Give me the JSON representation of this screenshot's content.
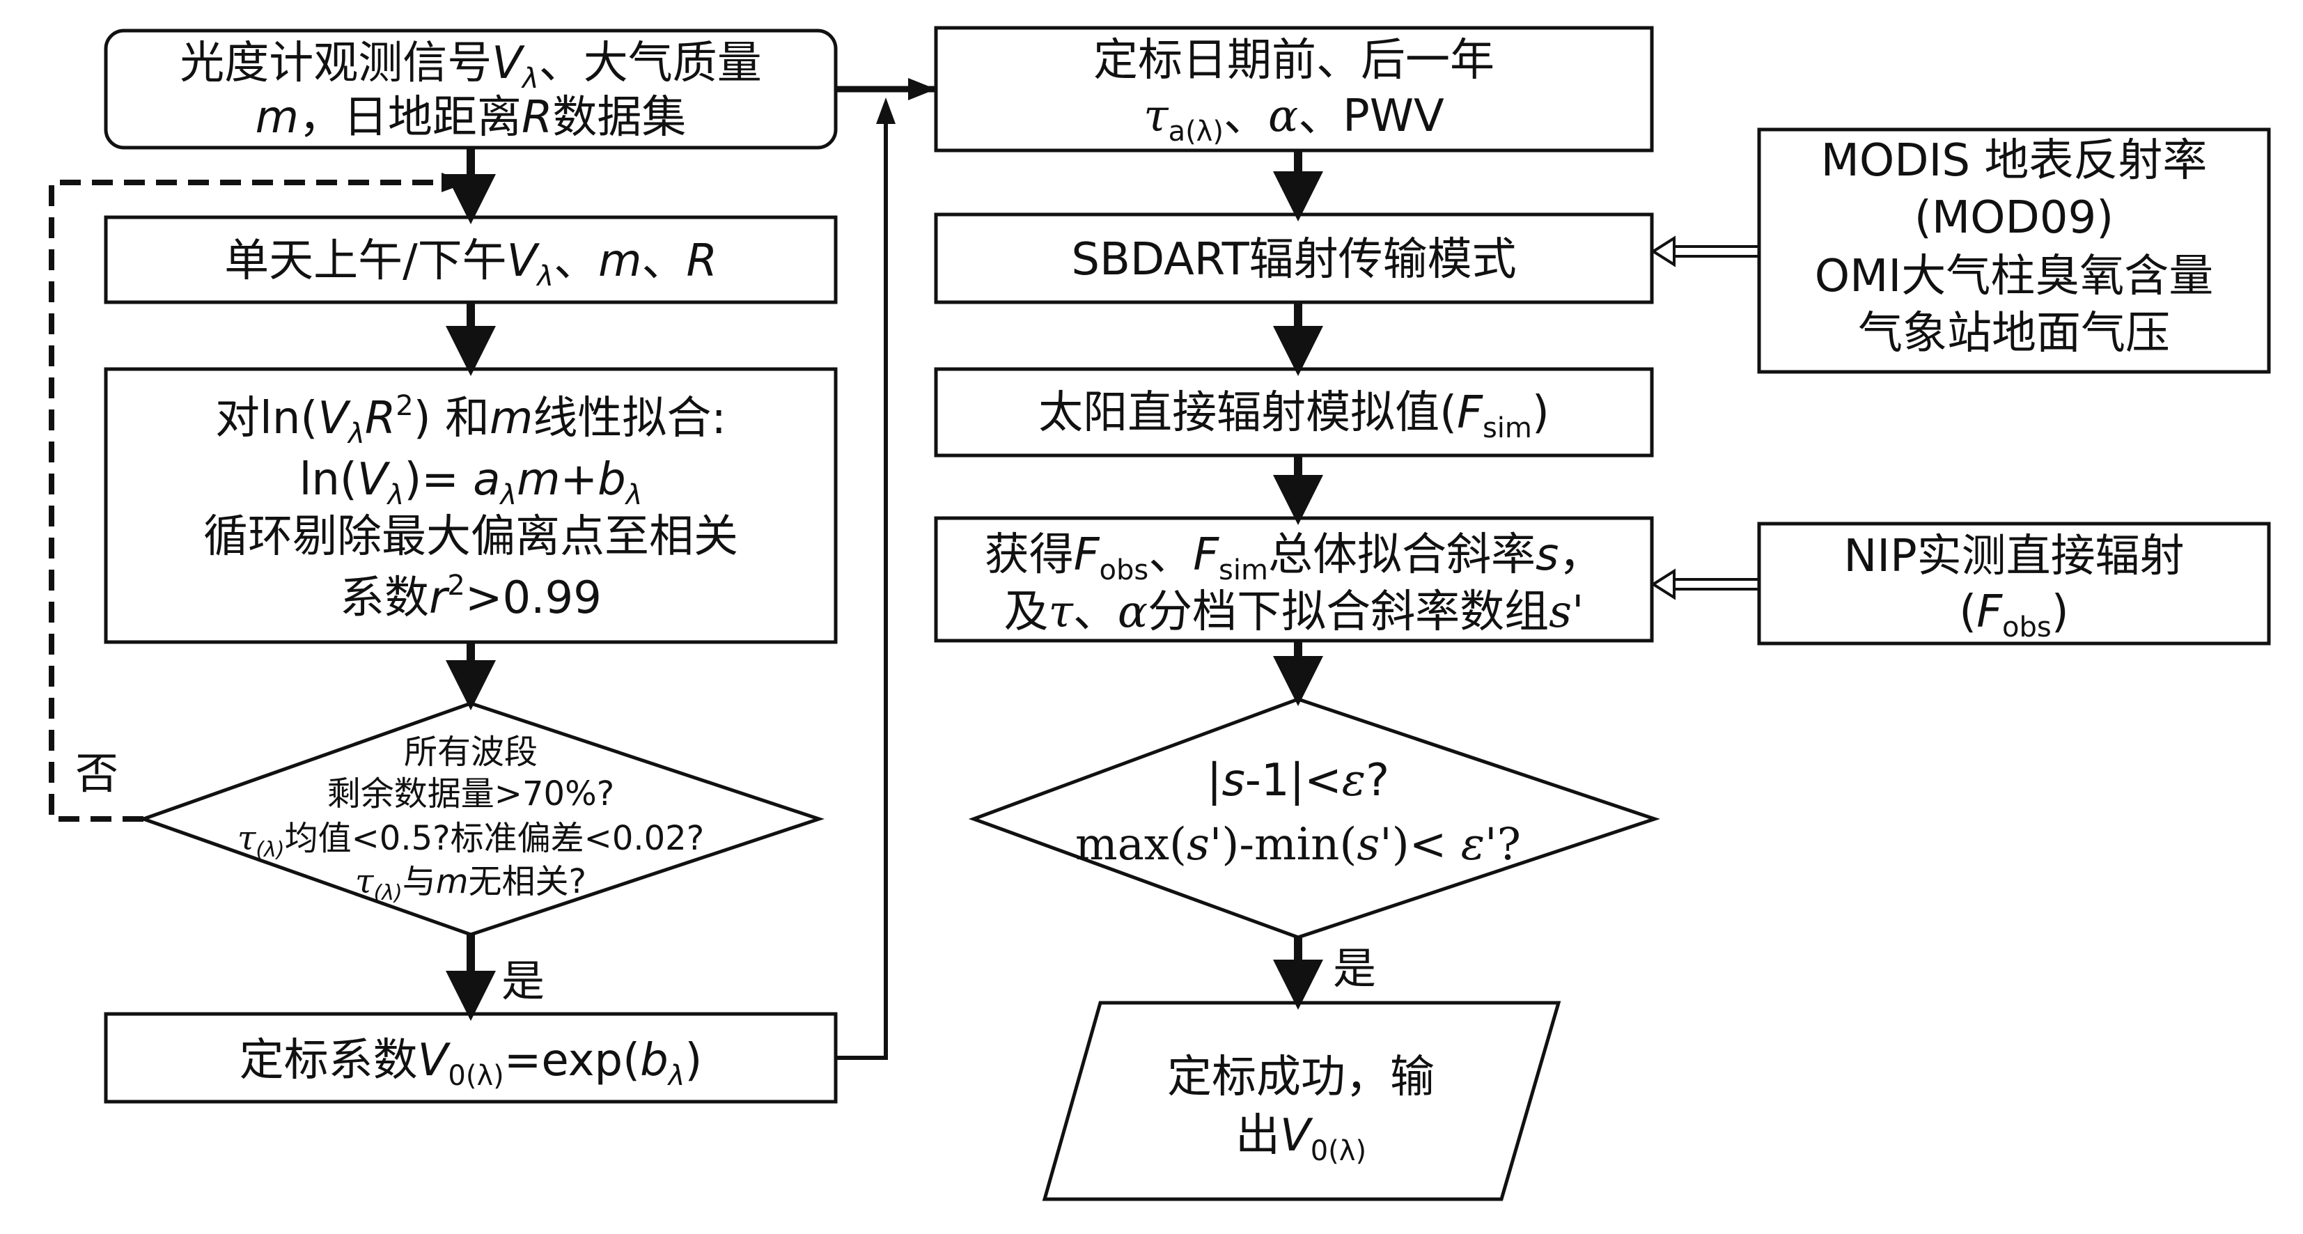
{
  "n1": {
    "a": "光度计观测信号",
    "v": "V",
    "l": "λ",
    "b": "、大气质量",
    "m": "m",
    "c": "，日地距离",
    "r": "R",
    "d": "数据集"
  },
  "n2": {
    "a": "单天上午/下午",
    "v": "V",
    "l": "λ",
    "b": "、",
    "m": "m",
    "c": "、",
    "r": "R"
  },
  "n3": {
    "l1a": "对ln(",
    "l1v": "V",
    "l1l": "λ",
    "l1r": "R",
    "l1s": "2",
    "l1b": ") 和",
    "l1m": "m",
    "l1c": "线性拟合:",
    "l2a": "ln(",
    "l2v": "V",
    "l2l": "λ",
    "l2b": ")= ",
    "l2av": "a",
    "l2al": "λ",
    "l2m": "m",
    "l2p": "+",
    "l2bv": "b",
    "l2bl": "λ",
    "l3": "循环剔除最大偏离点至相关",
    "l4a": "系数",
    "l4r": "r",
    "l4s": "2",
    "l4b": ">0.99"
  },
  "n4": {
    "l1": "所有波段",
    "l2": "剩余数据量>70%?",
    "l3t": "τ",
    "l3s": "(λ)",
    "l3b": "均值<0.5?标准偏差<0.02?",
    "l4t": "τ",
    "l4s": "(λ)",
    "l4b": "与",
    "l4m": "m",
    "l4c": "无相关?"
  },
  "n5": {
    "a": "定标系数",
    "v": "V",
    "s": "0(λ)",
    "b": "=exp(",
    "bv": "b",
    "bl": "λ",
    "c": ")"
  },
  "n6": {
    "l1": "定标日期前、后一年",
    "l2t": "τ",
    "l2s": "a(λ)",
    "l2b": "、",
    "l2al": "α",
    "l2c": "、PWV"
  },
  "n7": {
    "a": "SBDART",
    "b": "辐射传输模式"
  },
  "n8": {
    "a": "太阳直接辐射模拟值(",
    "f": "F",
    "s": "sim",
    "b": ")"
  },
  "n9": {
    "l1a": "获得",
    "l1f": "F",
    "l1s": "obs",
    "l1b": "、",
    "l1f2": "F",
    "l1s2": "sim",
    "l1c": "总体拟合斜率",
    "l1v": "s",
    "l1d": "，",
    "l2a": "及",
    "l2t": "τ",
    "l2b": "、",
    "l2al": "α",
    "l2c": "分档下拟合斜率数组",
    "l2v": "s'"
  },
  "n10": {
    "l1a": "|",
    "l1s": "s",
    "l1b": "-1|<",
    "l1e": "ε",
    "l1c": "?",
    "l2a": "max(",
    "l2s": "s'",
    "l2b": ")-min(",
    "l2s2": "s'",
    "l2c": ")< ",
    "l2e": "ε'",
    "l2d": "?"
  },
  "n11": {
    "l1": "定标成功，输",
    "l2a": "出",
    "l2v": "V",
    "l2s": "0(λ)"
  },
  "n12": {
    "l1": "MODIS 地表反射率",
    "l2": "(MOD09)",
    "l3": "OMI大气柱臭氧含量",
    "l4": "气象站地面气压"
  },
  "n13": {
    "l1": "NIP实测直接辐射",
    "l2a": "(",
    "l2f": "F",
    "l2s": "obs",
    "l2b": ")"
  },
  "labels": {
    "no": "否",
    "yes1": "是",
    "yes2": "是"
  }
}
